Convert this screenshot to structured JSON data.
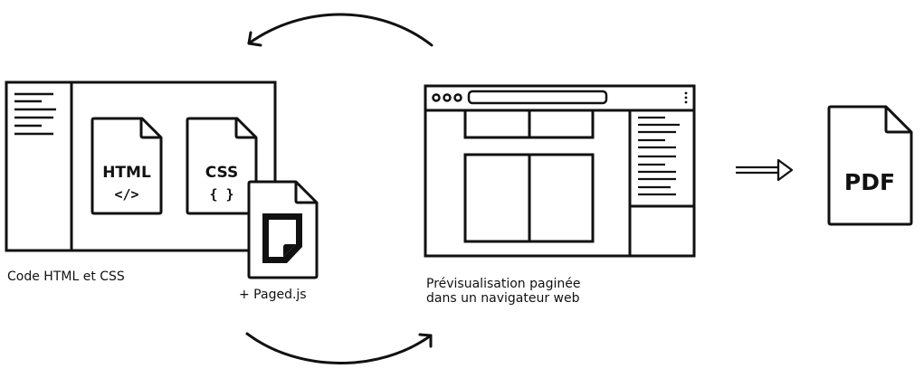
{
  "diagram": {
    "stroke_color": "#111111",
    "background": "#ffffff",
    "editor": {
      "caption": "Code HTML et CSS",
      "files": [
        {
          "name": "HTML",
          "symbol": "</>"
        },
        {
          "name": "CSS",
          "symbol": "{ }"
        }
      ],
      "outline_lines": 6
    },
    "pagedjs": {
      "caption": "+ Paged.js",
      "icon": "pagedjs-logo-icon"
    },
    "browser": {
      "caption_line1": "Prévisualisation paginée",
      "caption_line2": "dans un navigateur web",
      "window_dots": 3,
      "menu_icon": "kebab-menu-icon",
      "toc_lines": 11
    },
    "output": {
      "arrow_icon": "double-arrow-right-icon",
      "file_label": "PDF"
    },
    "cycle_arrows": {
      "top": "curved-arrow-left-icon",
      "bottom": "curved-arrow-right-icon"
    }
  }
}
